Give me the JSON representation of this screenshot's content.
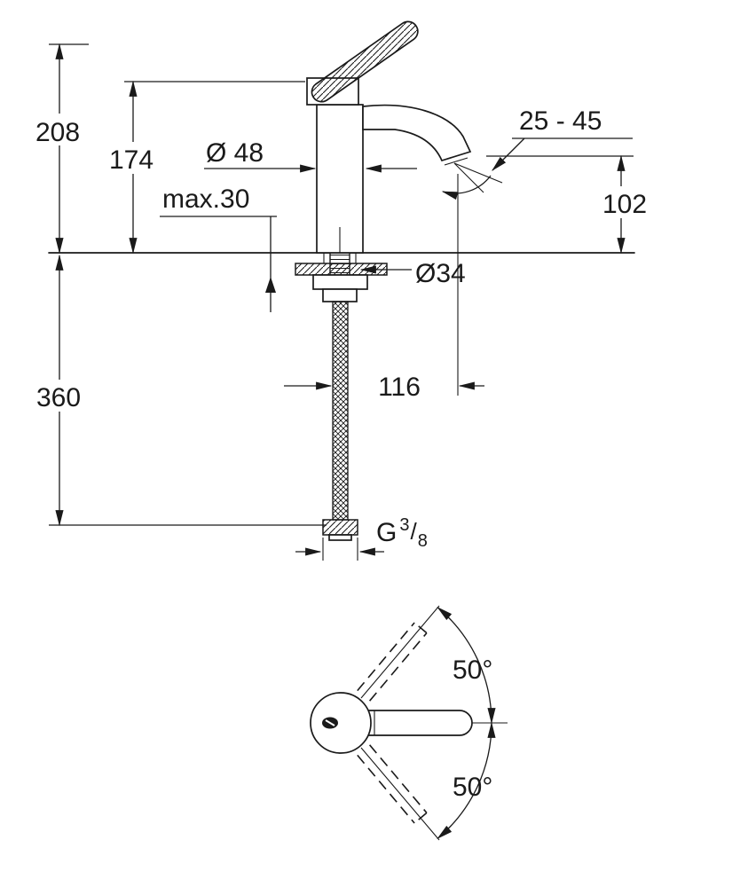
{
  "page": {
    "background": "#ffffff",
    "line_color": "#1a1a1a"
  },
  "side_view": {
    "dim_height_total": "208",
    "dim_height_body": "174",
    "dim_body_diameter": "Ø 48",
    "dim_max_deck_thickness": "max.30",
    "dim_spray_angle_range": "25 - 45",
    "dim_spout_height": "102",
    "dim_hole_diameter": "Ø34",
    "dim_hose_length": "360",
    "dim_spout_reach": "116",
    "thread": {
      "g": "G",
      "sup": "3",
      "slash": "/",
      "sub": "8"
    }
  },
  "top_view": {
    "angle_up": "50°",
    "angle_down": "50°"
  }
}
